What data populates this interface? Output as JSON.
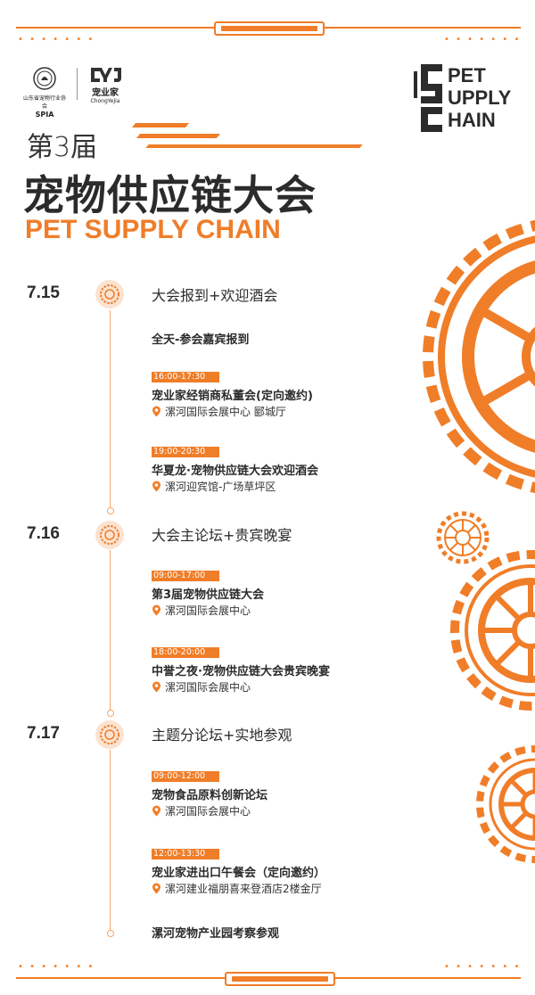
{
  "logos": {
    "association_name": "山东省宠物行业协会",
    "association_abbr": "SPIA",
    "brand_name": "宠业家",
    "brand_pinyin": "ChongYeJia"
  },
  "psc_logo": {
    "line1": "PET",
    "line2": "UPPLY",
    "line3": "HAIN"
  },
  "title": {
    "edition": "第3届",
    "main": "宠物供应链大会",
    "english": "PET SUPPLY CHAIN"
  },
  "days": [
    {
      "date": "7.15",
      "title": "大会报到+欢迎酒会",
      "plain": "全天-参会嘉宾报到",
      "events": [
        {
          "time": "16:00-17:30",
          "name": "宠业家经销商私董会(定向邀约)",
          "location": "漯河国际会展中心 郾城厅"
        },
        {
          "time": "19:00-20:30",
          "name": "华夏龙·宠物供应链大会欢迎酒会",
          "location": "漯河迎宾馆-广场草坪区"
        }
      ]
    },
    {
      "date": "7.16",
      "title": "大会主论坛+贵宾晚宴",
      "events": [
        {
          "time": "09:00-17:00",
          "name": "第3届宠物供应链大会",
          "location": "漯河国际会展中心"
        },
        {
          "time": "18:00-20:00",
          "name": "中誉之夜·宠物供应链大会贵宾晚宴",
          "location": "漯河国际会展中心"
        }
      ]
    },
    {
      "date": "7.17",
      "title": "主题分论坛+实地参观",
      "events": [
        {
          "time": "09:00-12:00",
          "name": "宠物食品原料创新论坛",
          "location": "漯河国际会展中心"
        },
        {
          "time": "12:00-13:30",
          "name": "宠业家进出口午餐会（定向邀约）",
          "location": "漯河建业福朋喜来登酒店2楼金厅"
        }
      ],
      "plain_end": "漯河宠物产业园考察参观"
    }
  ],
  "colors": {
    "accent": "#f07d28",
    "text": "#2b2b2b"
  }
}
